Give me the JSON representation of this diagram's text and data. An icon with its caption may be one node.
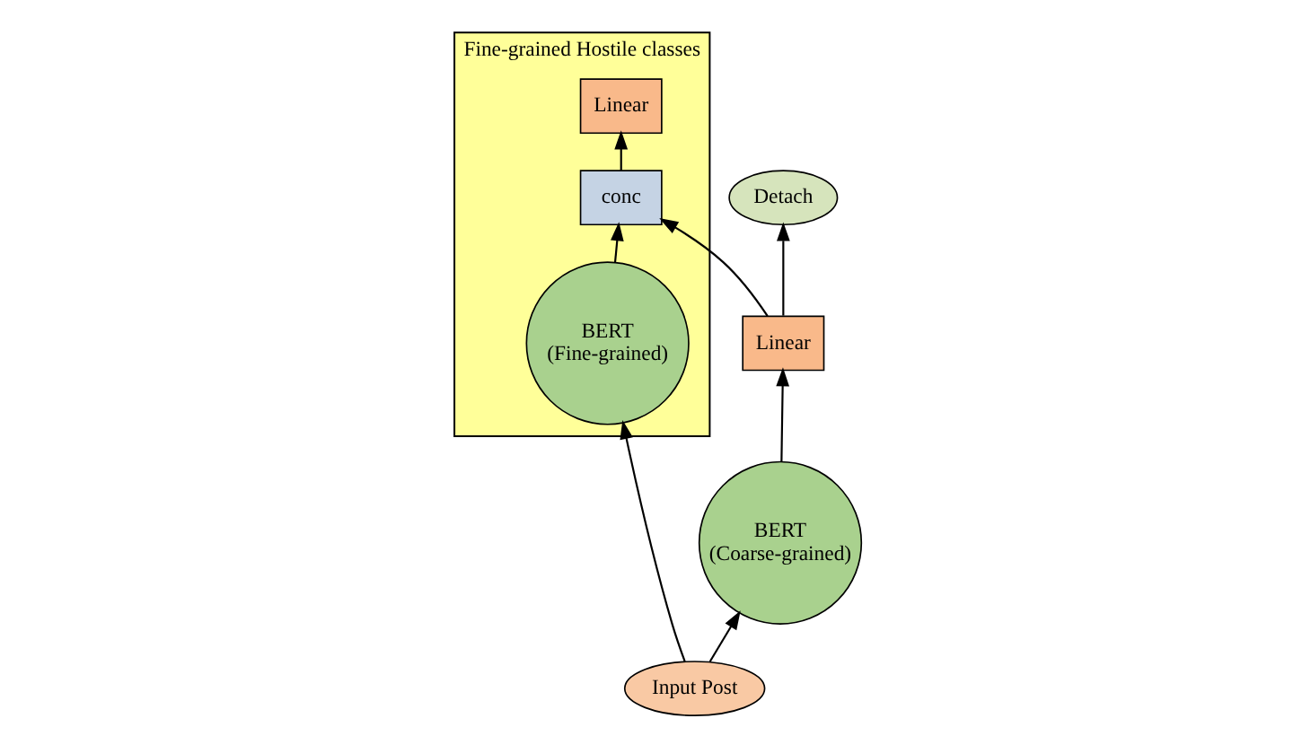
{
  "diagram": {
    "nodes": [
      {
        "text": [
          "Detach"
        ]
      },
      {
        "text": [
          "Linear"
        ]
      },
      {
        "text": [
          "BERT (Coarse-grained)"
        ]
      },
      {
        "text": [],
        "shape": "box",
        "beside": [
          "Fine-grained Hostile classes"
        ]
      },
      {
        "text": [
          "Linear"
        ],
        "in": 3
      },
      {
        "text": [
          "conc"
        ],
        "in": 3
      },
      {
        "text": [
          "BERT (Fine-grained)"
        ],
        "in": 3
      },
      {
        "text": [
          "Input Post"
        ]
      }
    ],
    "edges": [
      {
        "from": 1,
        "to": 0,
        "arrow": "to"
      },
      {
        "from": 2,
        "to": 1,
        "arrow": "to"
      },
      {
        "from": 1,
        "to": 5,
        "arrow": "to"
      },
      {
        "from": 6,
        "to": 5,
        "arrow": "to"
      },
      {
        "from": 5,
        "to": 4,
        "arrow": "to"
      },
      {
        "from": 7,
        "to": 2,
        "arrow": "to"
      },
      {
        "from": 7,
        "to": 6,
        "arrow": "to"
      }
    ]
  }
}
